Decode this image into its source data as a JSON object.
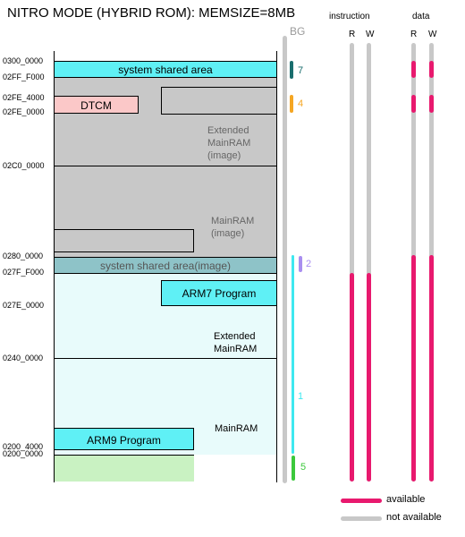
{
  "title": "NITRO MODE (HYBRID ROM): MEMSIZE=8MB",
  "headers": {
    "bg": "BG",
    "instruction": "instruction",
    "data": "data",
    "r1": "R",
    "w1": "W",
    "r2": "R",
    "w2": "W"
  },
  "addresses": {
    "a0300": "0300_0000",
    "a02ff": "02FF_F000",
    "a02fe4": "02FE_4000",
    "a02fe0": "02FE_0000",
    "a02c0": "02C0_0000",
    "a0280": "0280_0000",
    "a027f": "027F_F000",
    "a027e": "027E_0000",
    "a0240": "0240_0000",
    "a02004": "0200_4000",
    "a0200": "0200_0000"
  },
  "regions": {
    "system_shared": "system shared area",
    "dtcm": "DTCM",
    "ext_image": [
      "Extended",
      "MainRAM",
      "(image)"
    ],
    "main_image": [
      "MainRAM",
      "(image)"
    ],
    "shared_image": "system shared area(image)",
    "arm7": "ARM7 Program",
    "ext_main": [
      "Extended",
      "MainRAM"
    ],
    "main": "MainRAM",
    "arm9": "ARM9 Program"
  },
  "bg_numbers": {
    "n7": "7",
    "n4": "4",
    "n2": "2",
    "n1": "1",
    "n5": "5"
  },
  "legend": {
    "available": "available",
    "not_available": "not available"
  },
  "colors": {
    "available": "#e8196e",
    "not_available": "#c8c8c8",
    "bg7": "#1a6e6e",
    "bg4": "#f5a623",
    "bg2": "#a98ef0",
    "bg1": "#3ee8f0",
    "bg5": "#3cc83c"
  }
}
